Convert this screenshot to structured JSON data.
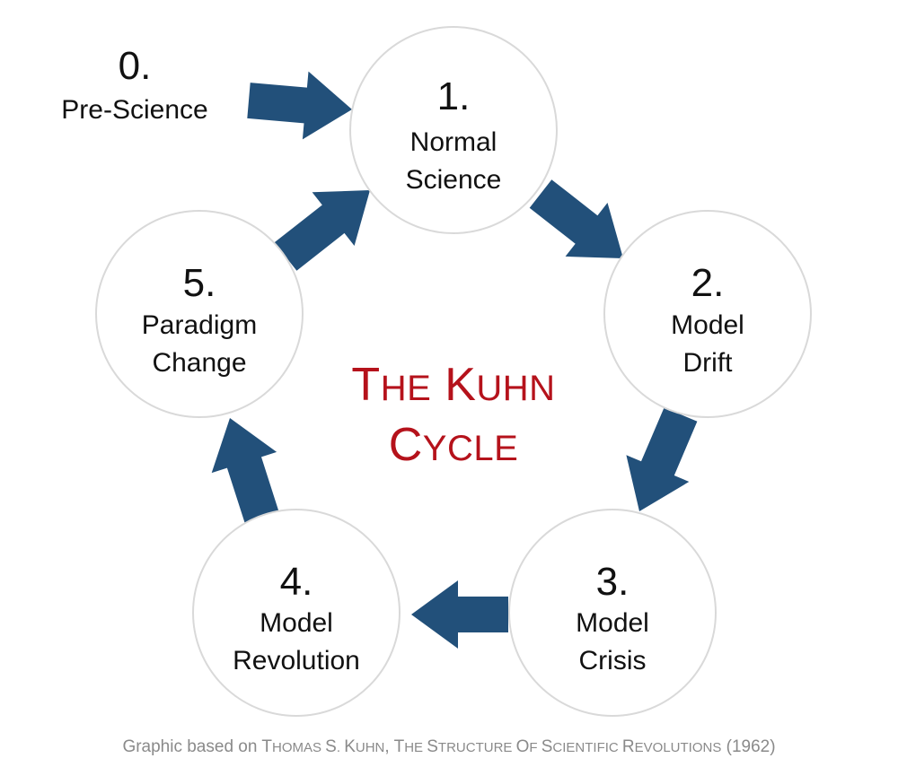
{
  "title": {
    "line1": "The Kuhn",
    "line2": "Cycle",
    "color": "#b5121b"
  },
  "arrow_color": "#22507a",
  "stages": [
    {
      "number": "0.",
      "label_lines": [
        "Pre-Science"
      ]
    },
    {
      "number": "1.",
      "label_lines": [
        "Normal",
        "Science"
      ]
    },
    {
      "number": "2.",
      "label_lines": [
        "Model",
        "Drift"
      ]
    },
    {
      "number": "3.",
      "label_lines": [
        "Model",
        "Crisis"
      ]
    },
    {
      "number": "4.",
      "label_lines": [
        "Model",
        "Revolution"
      ]
    },
    {
      "number": "5.",
      "label_lines": [
        "Paradigm",
        "Change"
      ]
    }
  ],
  "caption": {
    "prefix": "Graphic based on ",
    "author": "Thomas S. Kuhn",
    "separator": ", ",
    "work": "The Structure of Scientific Revolutions",
    "year": " (1962)"
  }
}
